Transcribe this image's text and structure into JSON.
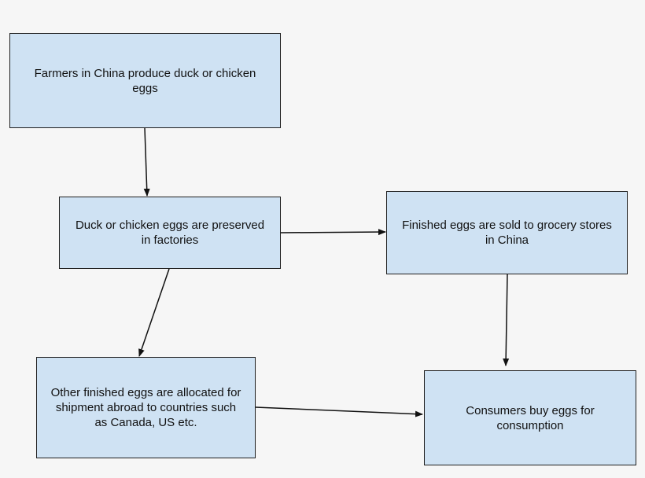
{
  "nodes": {
    "farmers": "Farmers in China produce duck or chicken eggs",
    "preserved": "Duck or chicken eggs are preserved in factories",
    "sold": "Finished eggs are sold to grocery stores in China",
    "allocated": "Other finished eggs are allocated for shipment abroad to countries such as Canada, US etc.",
    "consumers": "Consumers buy eggs for consumption"
  },
  "edges": [
    {
      "from": "farmers",
      "to": "preserved"
    },
    {
      "from": "preserved",
      "to": "sold"
    },
    {
      "from": "preserved",
      "to": "allocated"
    },
    {
      "from": "sold",
      "to": "consumers"
    },
    {
      "from": "allocated",
      "to": "consumers"
    }
  ],
  "colors": {
    "box_fill": "#cfe2f3",
    "box_border": "#1f1f1f",
    "arrow": "#111111",
    "background": "#f6f6f6"
  }
}
